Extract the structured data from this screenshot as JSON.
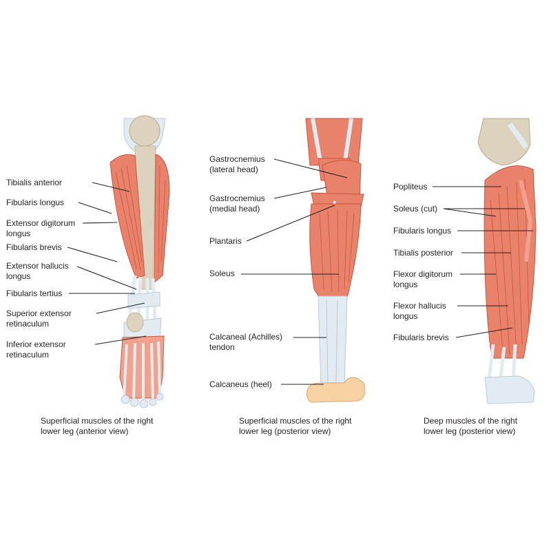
{
  "colors": {
    "muscle": "#e9826a",
    "muscle_dark": "#c9543c",
    "muscle_light": "#f2a28c",
    "tendon": "#e3ebf2",
    "tendon_shade": "#b9c9d8",
    "bone": "#dcd2bd",
    "heel_pad": "#f7d3a3",
    "line": "#231f20"
  },
  "panels": [
    {
      "caption": [
        "Superficial muscles of the right",
        "lower leg (anterior view)"
      ],
      "labels": [
        "Tibialis anterior",
        "Fibularis longus",
        "Extensor digitorum longus",
        "Fibularis brevis",
        "Extensor hallucis longus",
        "Fibularis tertius",
        "Superior extensor retinaculum",
        "Inferior extensor retinaculum"
      ]
    },
    {
      "caption": [
        "Superficial muscles of the right",
        "lower leg (posterior view)"
      ],
      "labels": [
        "Gastrocnemius (lateral head)",
        "Gastrocnemius (medial head)",
        "Plantaris",
        "Soleus",
        "Calcaneal (Achilles) tendon",
        "Calcaneus (heel)"
      ]
    },
    {
      "caption": [
        "Deep muscles of the right",
        "lower leg (posterior view)"
      ],
      "labels": [
        "Popliteus",
        "Soleus (cut)",
        "Fibularis longus",
        "Tibialis posterior",
        "Flexor digitorum longus",
        "Flexor hallucis longus",
        "Fibularis brevis"
      ]
    }
  ]
}
